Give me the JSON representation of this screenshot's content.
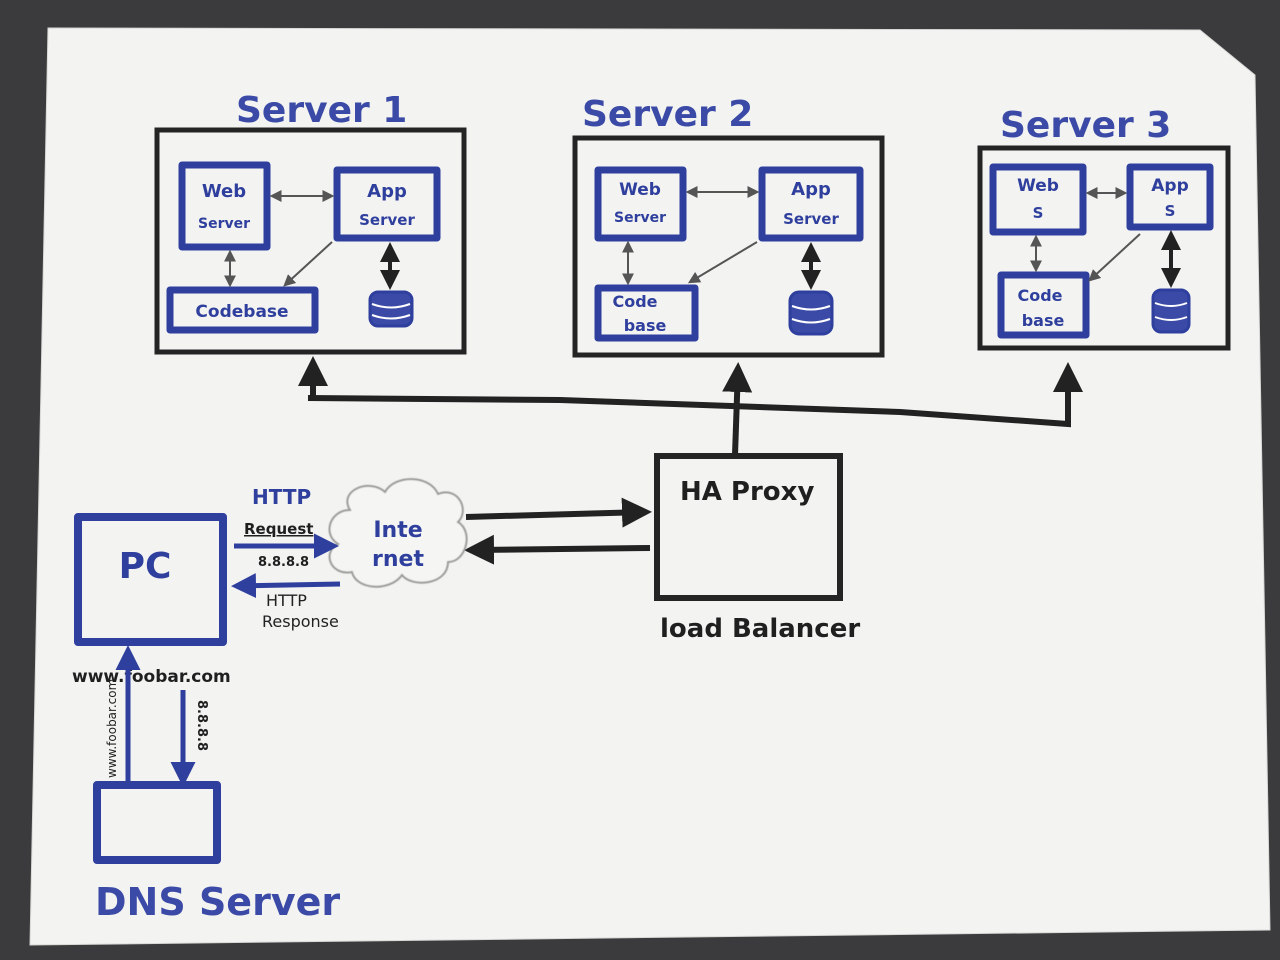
{
  "diagram": {
    "servers": [
      {
        "title": "Server 1",
        "web": [
          "Web",
          "Server"
        ],
        "app": [
          "App",
          "Server"
        ],
        "code": [
          "Codebase"
        ]
      },
      {
        "title": "Server 2",
        "web": [
          "Web",
          "Server"
        ],
        "app": [
          "App",
          "Server"
        ],
        "code": [
          "Code",
          "base"
        ]
      },
      {
        "title": "Server 3",
        "web": [
          "Web",
          "S"
        ],
        "app": [
          "App",
          "S"
        ],
        "code": [
          "Code",
          "base"
        ]
      }
    ],
    "proxy": {
      "label": "HA Proxy",
      "caption": "load Balancer"
    },
    "internet": [
      "Inte",
      "rnet"
    ],
    "pc": {
      "label": "PC"
    },
    "http_request": {
      "title": "HTTP",
      "label": "Request",
      "ip": "8.8.8.8"
    },
    "http_response": [
      "HTTP",
      "Response"
    ],
    "domain": "www.foobar.com",
    "dns_query": "www.foobar.com",
    "dns_answer": "8.8.8.8",
    "dns": {
      "label": "DNS Server"
    }
  }
}
